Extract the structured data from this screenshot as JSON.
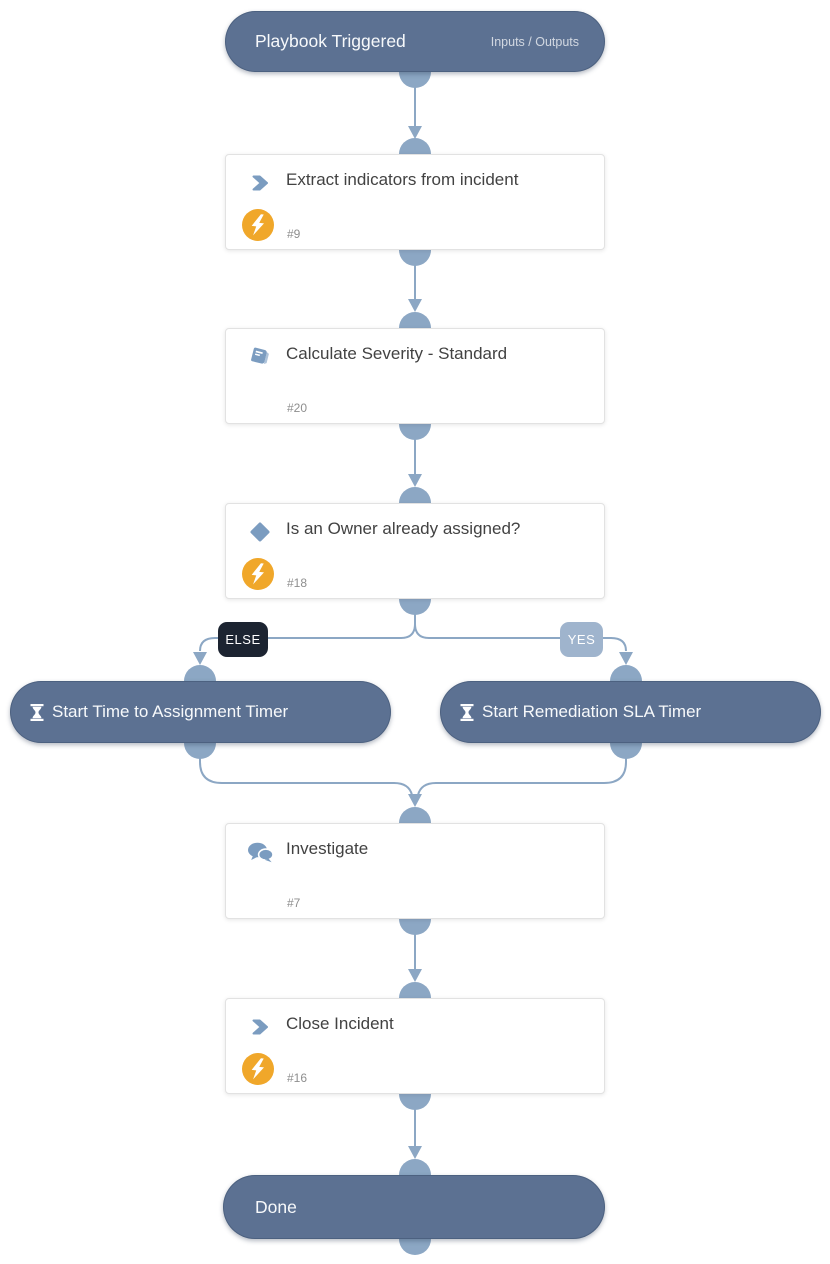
{
  "diagram": {
    "start_node": {
      "title": "Playbook Triggered",
      "action": "Inputs / Outputs"
    },
    "tasks": [
      {
        "title": "Extract indicators from incident",
        "task_id": "#9",
        "icon": "chevron-right-icon",
        "automation_badge": true
      },
      {
        "title": "Calculate Severity - Standard",
        "task_id": "#20",
        "icon": "playbook-book-icon",
        "automation_badge": false
      },
      {
        "title": "Is an Owner already assigned?",
        "task_id": "#18",
        "icon": "condition-diamond-icon",
        "automation_badge": true
      },
      {
        "title": "Investigate",
        "task_id": "#7",
        "icon": "chat-bubbles-icon",
        "automation_badge": false
      },
      {
        "title": "Close Incident",
        "task_id": "#16",
        "icon": "chevron-right-icon",
        "automation_badge": true
      }
    ],
    "branches": {
      "else_label": "ELSE",
      "yes_label": "YES"
    },
    "timer_nodes": [
      {
        "title": "Start Time to Assignment Timer",
        "icon": "hourglass-icon"
      },
      {
        "title": "Start Remediation SLA Timer",
        "icon": "hourglass-icon"
      }
    ],
    "end_node": {
      "title": "Done"
    }
  },
  "colors": {
    "node_fill": "#5c7192",
    "connector": "#8ca7c4",
    "else_badge_bg": "#1c2431",
    "yes_badge_bg": "#9fb4cd",
    "icon_blue": "#7b9cc0",
    "automation_badge_bg": "#f0a72a",
    "task_title_text": "#424242",
    "task_id_text": "#8e8e8e"
  }
}
